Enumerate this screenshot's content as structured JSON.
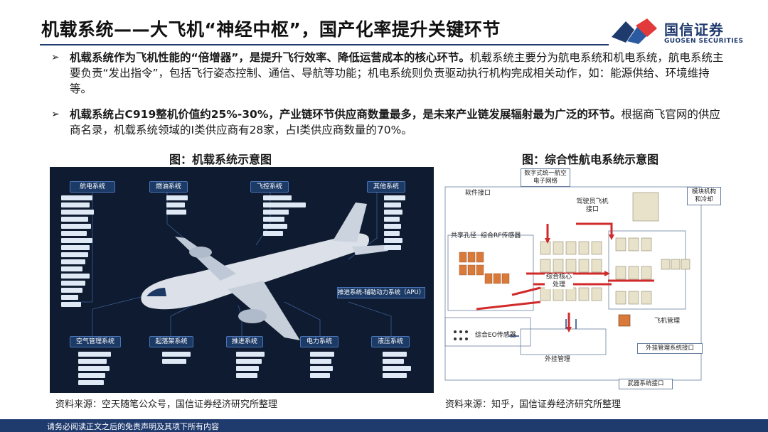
{
  "header": {
    "title": "机载系统——大飞机“神经中枢”，国产化率提升关键环节",
    "logo_cn": "国信证券",
    "logo_en": "GUOSEN SECURITIES",
    "brand_color": "#1f3a6d",
    "accent_color": "#e23a3a"
  },
  "bullets": [
    {
      "bold": "机载系统作为飞机性能的“倍增器”，是提升飞行效率、降低运营成本的核心环节。",
      "text": "机载系统主要分为航电系统和机电系统，航电系统主要负责“发出指令”，包括飞行姿态控制、通信、导航等功能；机电系统则负责驱动执行机构完成相关动作，如：能源供给、环境维持等。"
    },
    {
      "bold": "机载系统占C919整机价值约25%-30%，产业链环节供应商数量最多，是未来产业链发展辐射最为广泛的环节。",
      "text": "根据商飞官网的供应商名录，机载系统领域的I类供应商有28家，占I类供应商数量的70%。"
    }
  ],
  "figures": {
    "left": {
      "title": "图：机载系统示意图",
      "source": "资料来源：空天随笔公众号，国信证券经济研究所整理",
      "systems_top": [
        "航电系统",
        "燃油系统",
        "飞控系统",
        "其他系统"
      ],
      "systems_bottom": [
        "空气管理系统",
        "起落架系统",
        "推进系统",
        "电力系统",
        "液压系统"
      ],
      "apu_label": "推进系统-辅助动力系统（APU）"
    },
    "right": {
      "title": "图：综合性航电系统示意图",
      "source": "资料来源：知乎，国信证券经济研究所整理",
      "labels": {
        "network": "数字式统一航空电子网络",
        "software": "软件接口",
        "cockpit": "驾驶员飞机接口",
        "module": "模块机构和冷却",
        "shared_aperture": "共享孔径",
        "rf_sensor": "综合RF传感器",
        "core": "综合核心处理",
        "eo_sensor": "综合EO传感器",
        "aircraft_mgmt": "飞机管理",
        "store_mgmt": "外挂管理",
        "store_iface": "外挂管理系统接口",
        "weapon_iface": "武器系统接口"
      }
    }
  },
  "footer": {
    "disclaimer": "请务必阅读正文之后的免责声明及其项下所有内容"
  }
}
